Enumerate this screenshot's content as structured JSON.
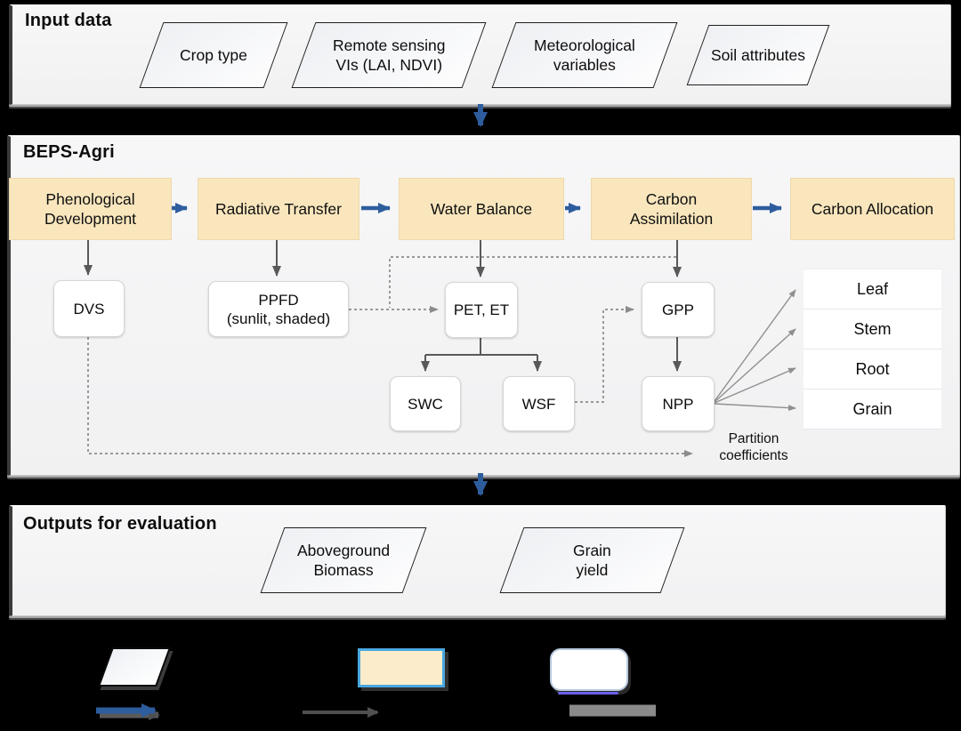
{
  "input_section": {
    "title": "Input data",
    "items": [
      "Crop type",
      "Remote sensing\nVIs (LAI, NDVI)",
      "Meteorological\nvariables",
      "Soil attributes"
    ]
  },
  "model_section": {
    "title": "BEPS-Agri",
    "modules": [
      "Phenological\nDevelopment",
      "Radiative Transfer",
      "Water Balance",
      "Carbon\nAssimilation",
      "Carbon Allocation"
    ],
    "nodes": {
      "dvs": "DVS",
      "ppfd": "PPFD\n(sunlit, shaded)",
      "pet": "PET, ET",
      "swc": "SWC",
      "wsf": "WSF",
      "gpp": "GPP",
      "npp": "NPP"
    },
    "allocation_targets": [
      "Leaf",
      "Stem",
      "Root",
      "Grain"
    ],
    "partition_label": "Partition\ncoefficients"
  },
  "output_section": {
    "title": "Outputs for evaluation",
    "items": [
      "Aboveground\nBiomass",
      "Grain\nyield"
    ]
  },
  "colors": {
    "accent_blue": "#2e5d9e",
    "module_fill": "#f9e6bd",
    "panel_bg": "#f4f4f5",
    "solid_arrow_gray": "#595959",
    "dashed_arrow_gray": "#8c8c8c",
    "legend_selection_blue": "#49a8e0",
    "background": "#000000"
  }
}
